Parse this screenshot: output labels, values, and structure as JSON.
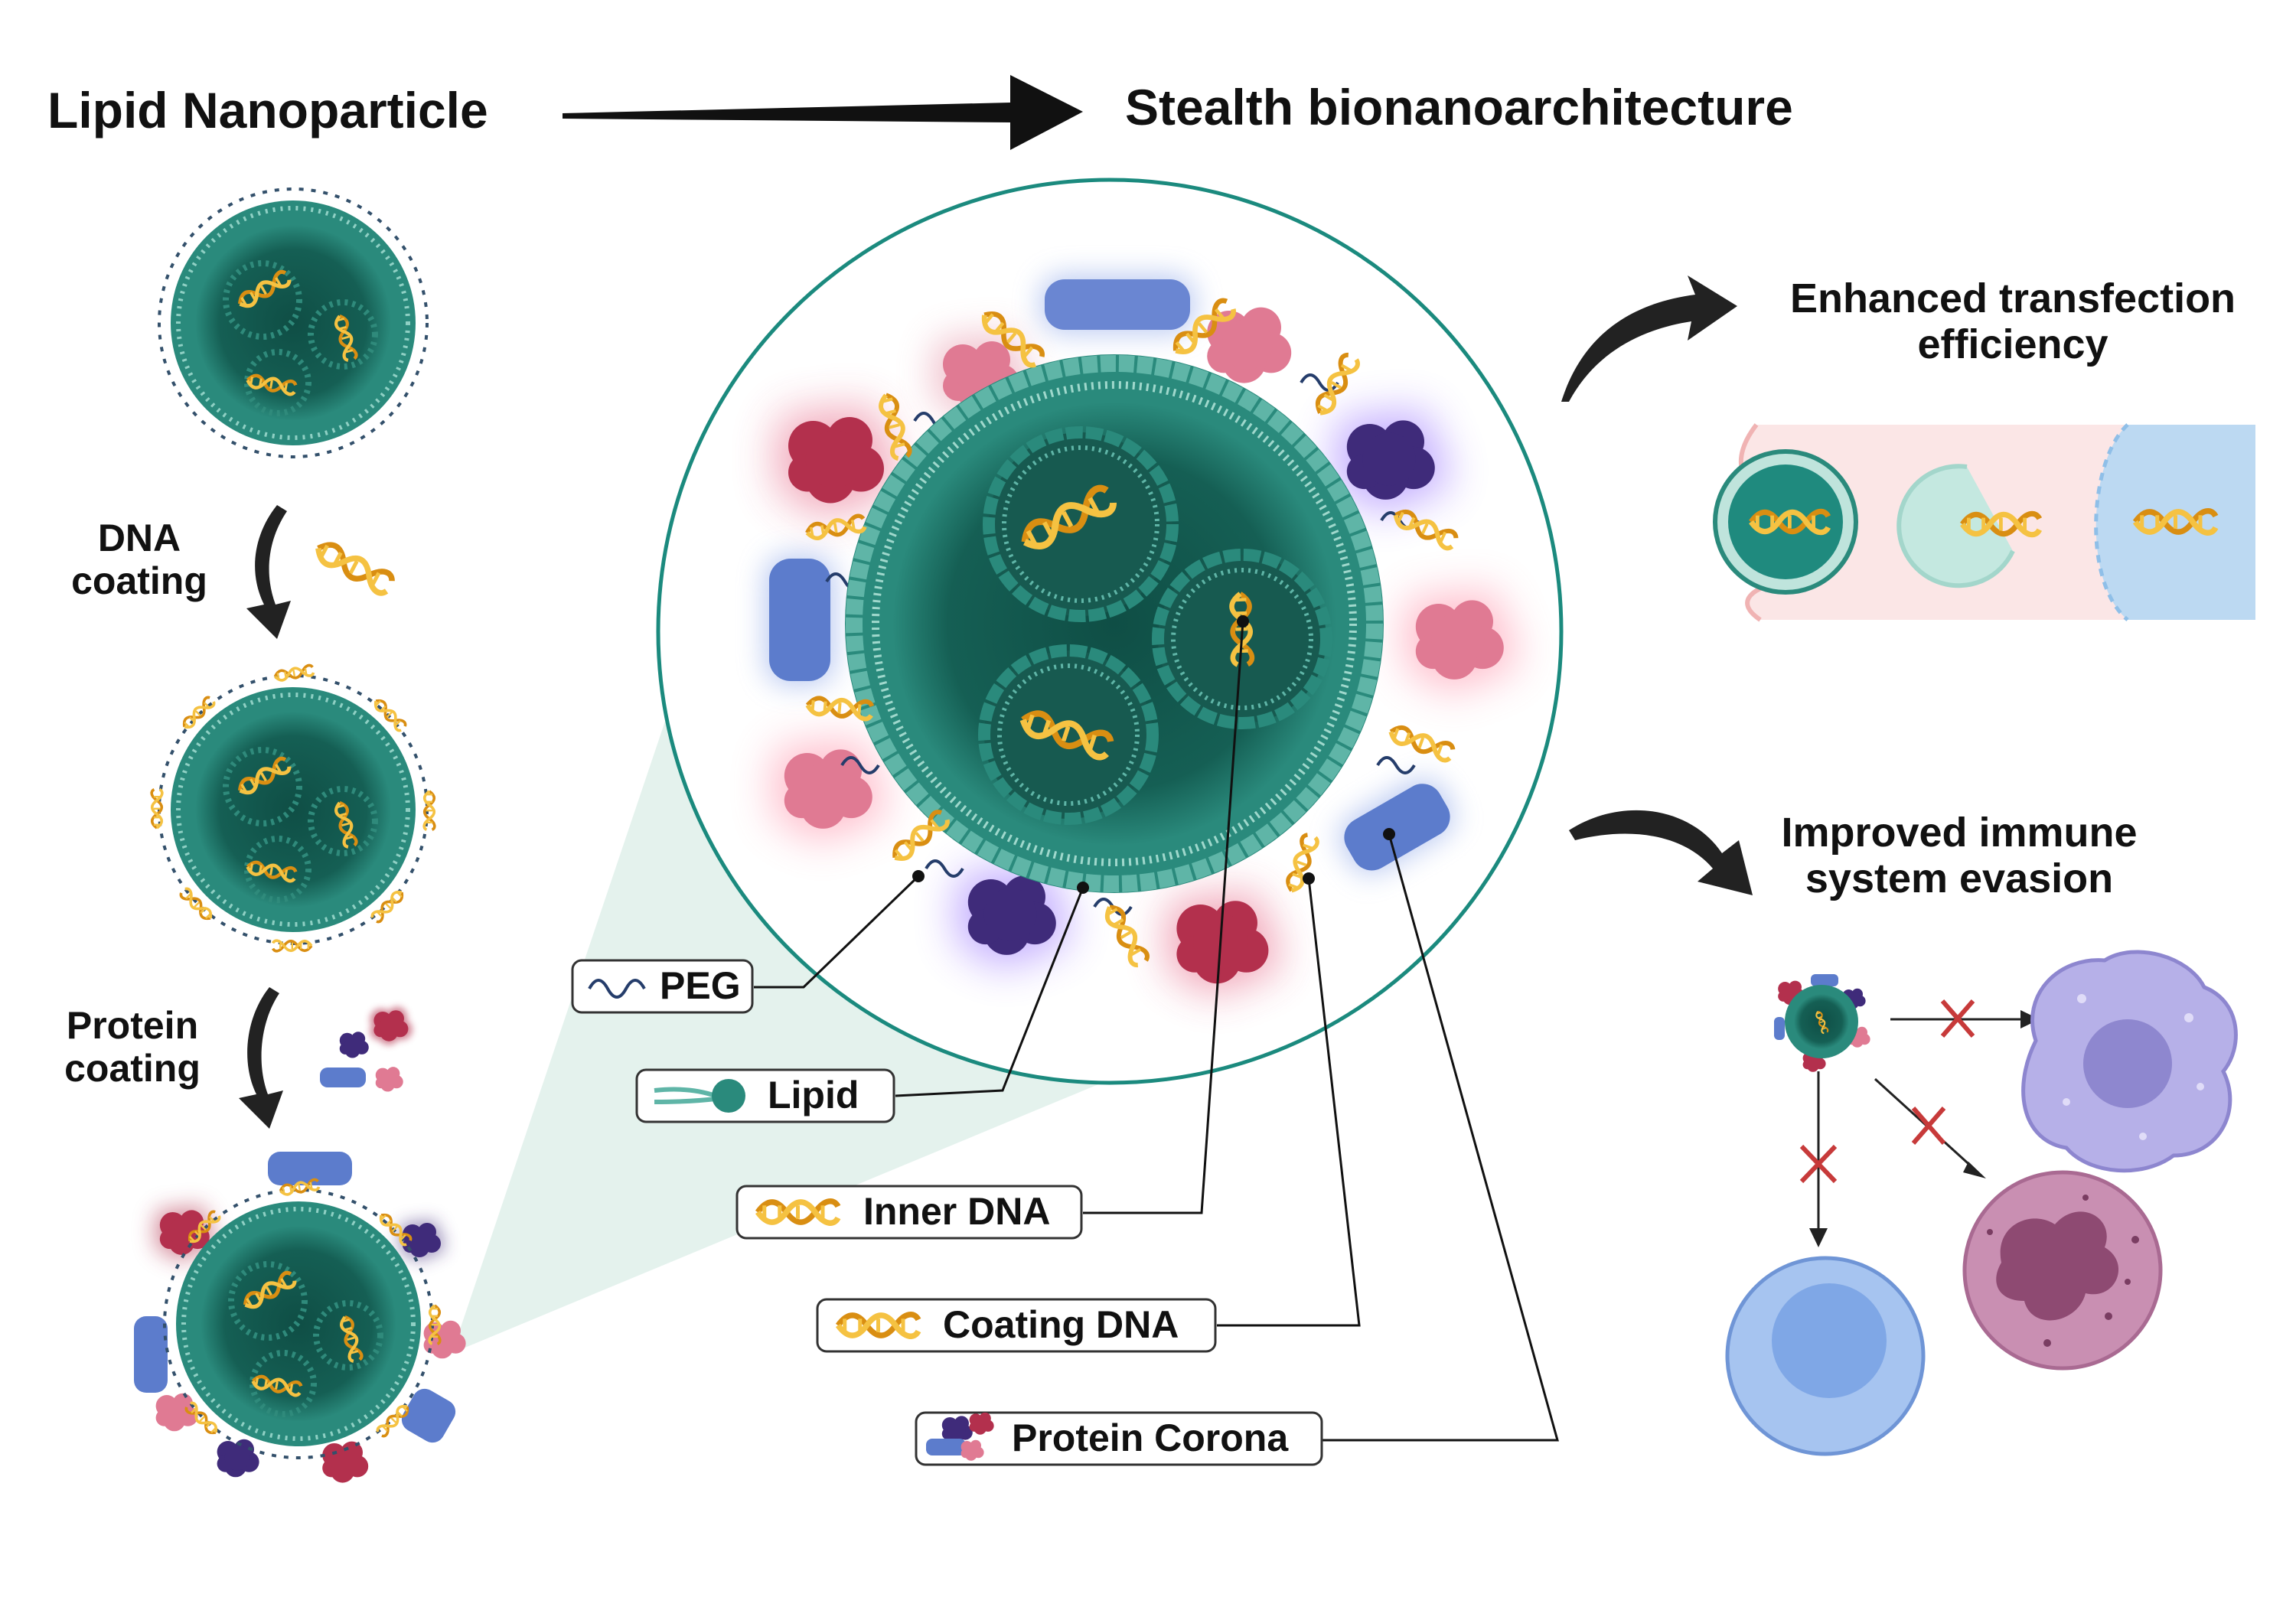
{
  "titles": {
    "left": "Lipid Nanoparticle",
    "right": "Stealth bionanoarchitecture"
  },
  "steps": {
    "dna_coating": [
      "DNA",
      "coating"
    ],
    "protein_coating": [
      "Protein",
      "coating"
    ]
  },
  "outcomes": {
    "transfection": [
      "Enhanced transfection",
      "efficiency"
    ],
    "immune": [
      "Improved immune",
      "system evasion"
    ]
  },
  "legend": {
    "peg": "PEG",
    "lipid": "Lipid",
    "inner_dna": "Inner DNA",
    "coating_dna": "Coating DNA",
    "protein_corona": "Protein Corona"
  },
  "colors": {
    "particle": "#1f7f73",
    "particle_dark": "#0f4e45",
    "dna": "#f2b233",
    "protein_red": "#b3304d",
    "protein_purple": "#3f2b7a",
    "protein_blue": "#5c7ccc",
    "protein_pink": "#e07a93",
    "zoom_fill": "#dff0ea"
  },
  "icons": {
    "flow_arrow": "arrow-right-icon",
    "step_arrow": "curved-arrow-down-icon",
    "block_marker": "red-x-icon"
  }
}
